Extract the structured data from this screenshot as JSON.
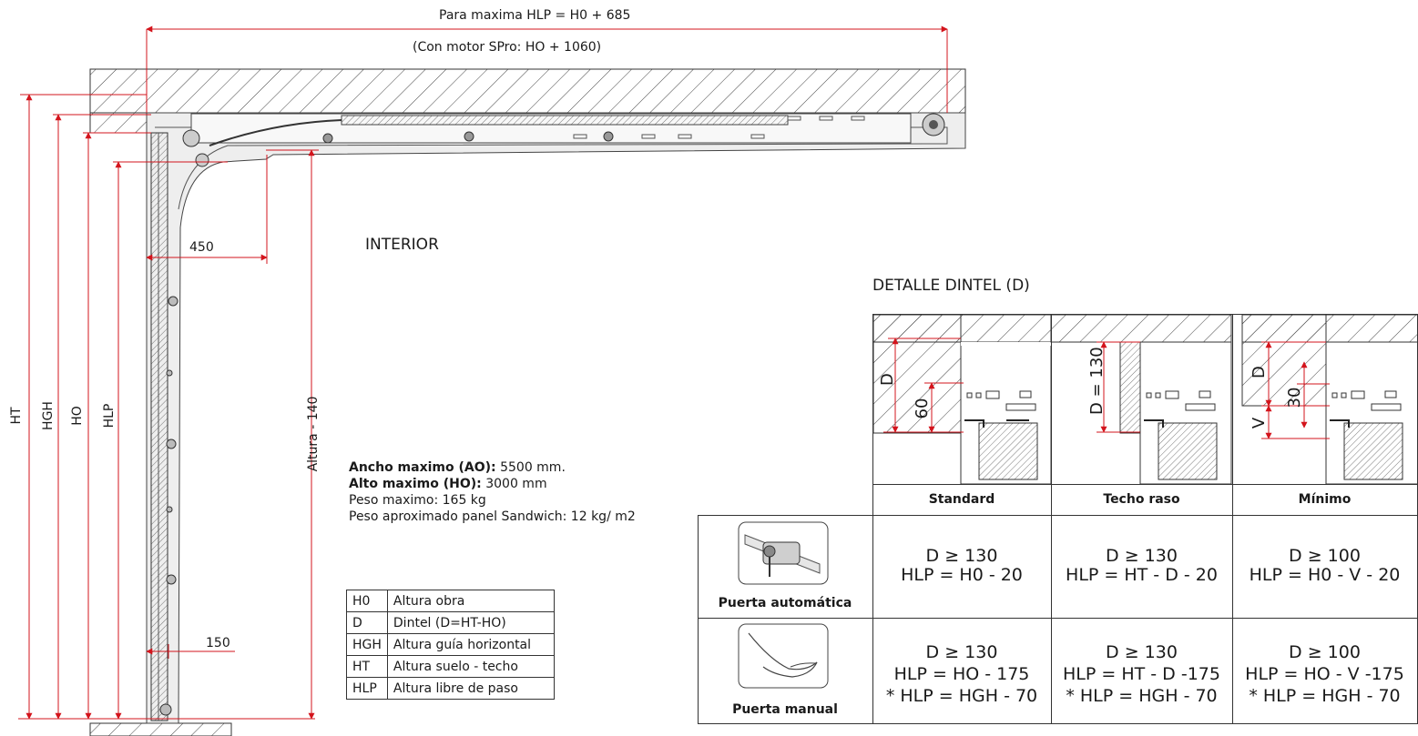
{
  "top_dims": {
    "max_hlp": "Para maxima HLP = H0 + 685",
    "motor_note": "(Con motor SPro: HO + 1060)"
  },
  "labels": {
    "interior": "INTERIOR",
    "detail_title": "DETALLE DINTEL (D)",
    "dim_450": "450",
    "dim_150": "150",
    "altura_140": "Altura - 140",
    "ht": "HT",
    "hgh": "HGH",
    "ho": "HO",
    "hlp": "HLP"
  },
  "specs": [
    {
      "key": "Ancho maximo (AO):",
      "value": " 5500 mm."
    },
    {
      "key": "Alto maximo (HO):",
      "value": " 3000 mm"
    },
    {
      "key": "",
      "value": "Peso maximo: 165 kg"
    },
    {
      "key": "",
      "value": "Peso aproximado panel Sandwich: 12 kg/ m2"
    }
  ],
  "legend": [
    {
      "code": "H0",
      "desc": "Altura obra"
    },
    {
      "code": "D",
      "desc": "Dintel (D=HT-HO)"
    },
    {
      "code": "HGH",
      "desc": "Altura guía horizontal"
    },
    {
      "code": "HT",
      "desc": "Altura suelo - techo"
    },
    {
      "code": "HLP",
      "desc": "Altura libre de paso"
    }
  ],
  "detail_labels": {
    "d": "D",
    "sixty": "60",
    "d130": "D = 130",
    "thirty": "30",
    "v": "V"
  },
  "table": {
    "headers": [
      "Standard",
      "Techo raso",
      "Mínimo"
    ],
    "rows": [
      {
        "label": "Puerta automática",
        "icon": "motor-icon",
        "cells": [
          [
            "D ≥ 130",
            "HLP = H0 - 20"
          ],
          [
            "D ≥ 130",
            "HLP = HT - D - 20"
          ],
          [
            "D ≥ 100",
            "HLP = H0 - V - 20"
          ]
        ]
      },
      {
        "label": "Puerta manual",
        "icon": "hand-icon",
        "cells": [
          [
            "D ≥ 130",
            "HLP = HO - 175",
            "* HLP = HGH - 70"
          ],
          [
            "D ≥ 130",
            "HLP = HT - D -175",
            "* HLP = HGH - 70"
          ],
          [
            "D ≥ 100",
            "HLP = HO - V -175",
            "* HLP = HGH - 70"
          ]
        ]
      }
    ]
  },
  "colors": {
    "dimension": "#d3141c",
    "line": "#333333"
  }
}
